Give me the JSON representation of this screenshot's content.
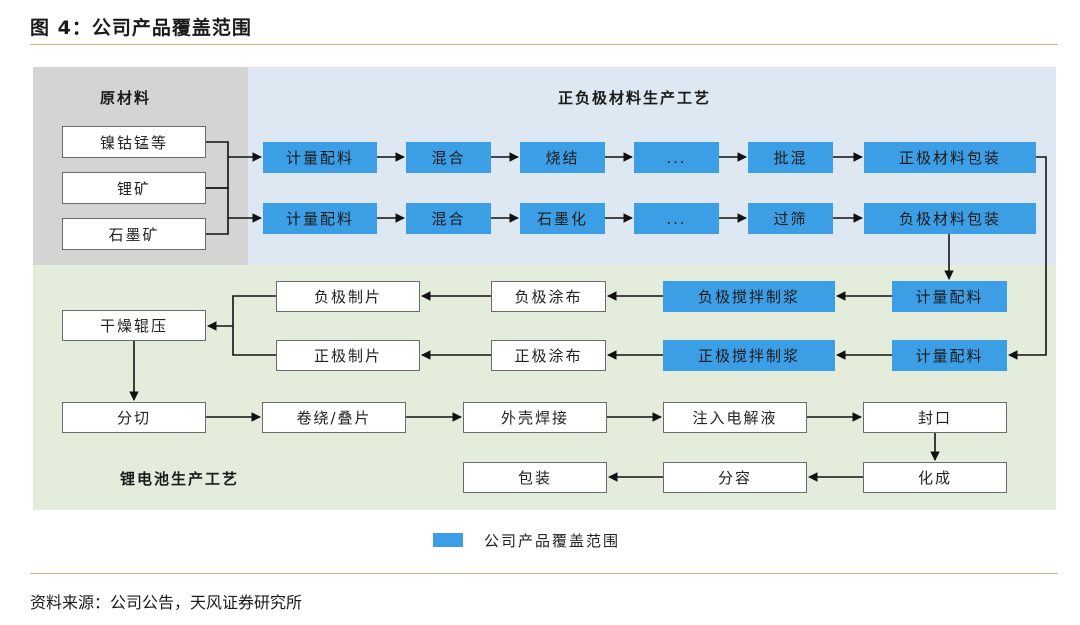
{
  "title": "图 4：公司产品覆盖范围",
  "source": "资料来源：公司公告，天风证券研究所",
  "colors": {
    "highlight": "#3c9fe6",
    "raw_bg": "#d4d4d4",
    "cathode_bg": "#dde8f3",
    "battery_bg": "#e4eddc",
    "rule": "#e2b37a"
  },
  "panels": {
    "raw": "原材料",
    "electrode": "正负极材料生产工艺",
    "battery": "锂电池生产工艺"
  },
  "raw_materials": [
    "镍钴锰等",
    "锂矿",
    "石墨矿"
  ],
  "cathode_flow": [
    "计量配料",
    "混合",
    "烧结",
    "...",
    "批混",
    "正极材料包装"
  ],
  "anode_flow": [
    "计量配料",
    "混合",
    "石墨化",
    "...",
    "过筛",
    "负极材料包装"
  ],
  "battery": {
    "anode_dose": "计量配料",
    "anode_slurry": "负极搅拌制浆",
    "anode_coat": "负极涂布",
    "anode_sheet": "负极制片",
    "cathode_dose": "计量配料",
    "cathode_slurry": "正极搅拌制浆",
    "cathode_coat": "正极涂布",
    "cathode_sheet": "正极制片",
    "dry_roll": "干燥辊压",
    "cut": "分切",
    "wind": "卷绕/叠片",
    "weld": "外壳焊接",
    "inject": "注入电解液",
    "seal": "封口",
    "form": "化成",
    "grade": "分容",
    "pack": "包装"
  },
  "legend": "公司产品覆盖范围"
}
